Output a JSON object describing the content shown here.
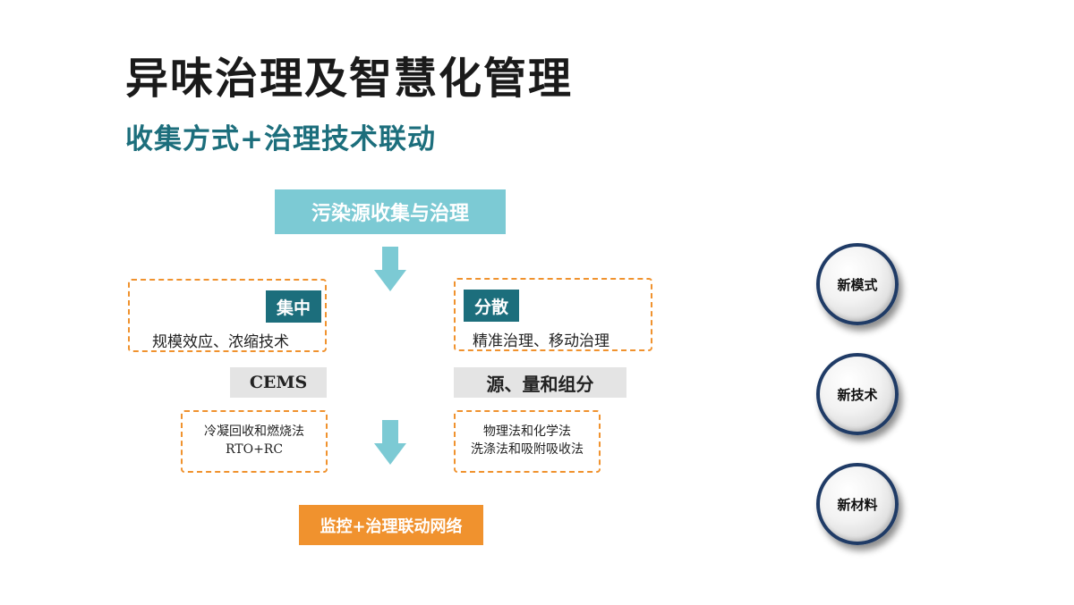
{
  "header": {
    "title": "异味治理及智慧化管理",
    "subtitle": "收集方式+治理技术联动"
  },
  "flow": {
    "top": "污染源收集与治理",
    "left_branch": {
      "tag": "集中",
      "desc": "规模效应、浓缩技术",
      "monitor": "CEMS",
      "tech_line1": "冷凝回收和燃烧法",
      "tech_line2": "RTO+RC"
    },
    "right_branch": {
      "tag": "分散",
      "desc": "精准治理、移动治理",
      "monitor": "源、量和组分",
      "tech_line1": "物理法和化学法",
      "tech_line2": "洗涤法和吸附吸收法"
    },
    "bottom": "监控+治理联动网络"
  },
  "features": [
    {
      "label": "新模式"
    },
    {
      "label": "新技术"
    },
    {
      "label": "新材料"
    }
  ],
  "colors": {
    "teal_light": "#7ccad4",
    "teal_dark": "#1c6e7c",
    "orange": "#f0922e",
    "grey": "#e4e4e4",
    "navy": "#1f3b66"
  }
}
